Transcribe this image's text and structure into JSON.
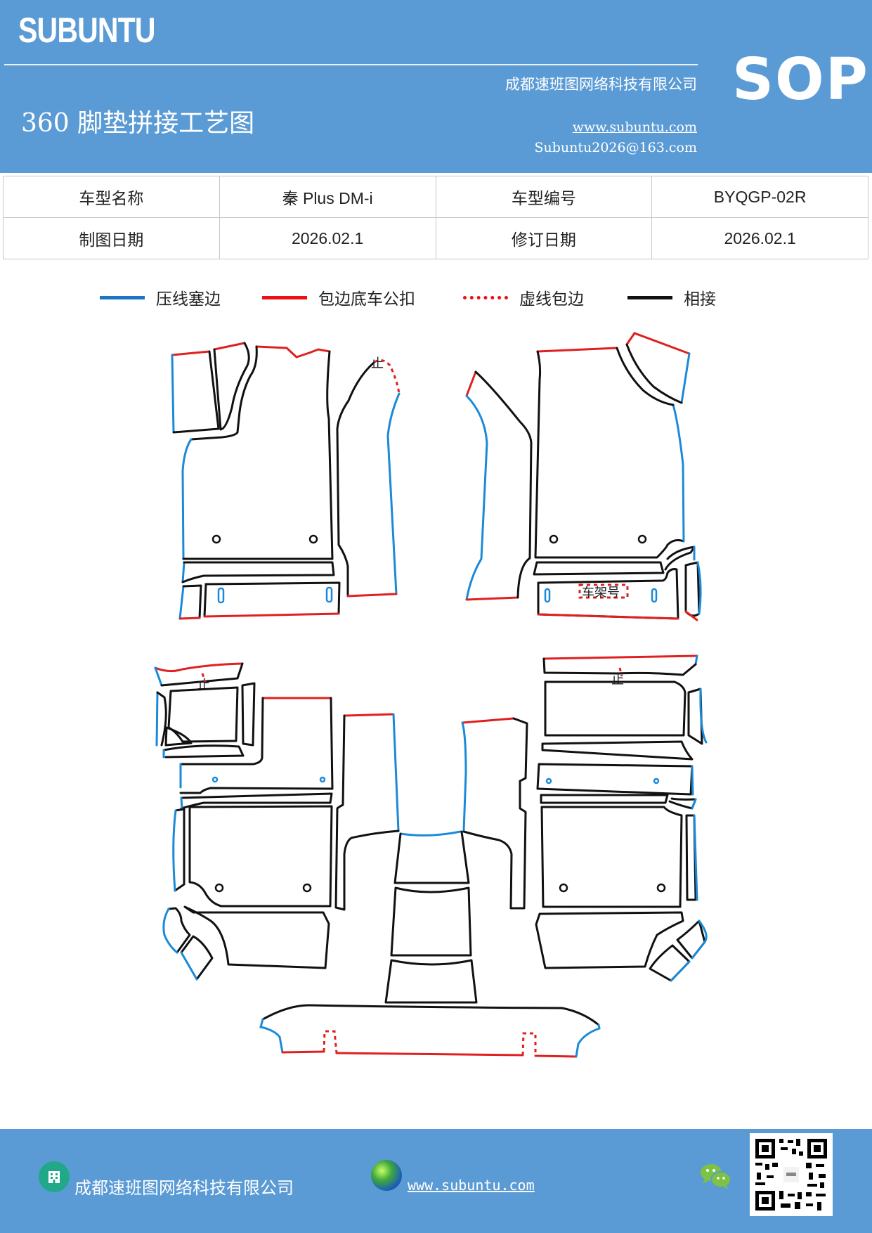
{
  "header": {
    "brand": "SUBUNTU",
    "badge": "SOP",
    "title": "360 脚垫拼接工艺图",
    "company": "成都速班图网络科技有限公司",
    "website": "www.subuntu.com",
    "email": "Subuntu2026@163.com",
    "background_color": "#5b9bd5"
  },
  "info_table": {
    "rows": [
      {
        "label1": "车型名称",
        "value1": "秦 Plus DM-i",
        "label2": "车型编号",
        "value2": "BYQGP-02R"
      },
      {
        "label1": "制图日期",
        "value1": "2026.02.1",
        "label2": "修订日期",
        "value2": "2026.02.1"
      }
    ]
  },
  "legend": {
    "items": [
      {
        "label": "压线塞边",
        "style": "solid",
        "color": "#1a75c4"
      },
      {
        "label": "包边底车公扣",
        "style": "solid",
        "color": "#ee1111"
      },
      {
        "label": "虚线包边",
        "style": "dotted",
        "color": "#ee1111"
      },
      {
        "label": "相接",
        "style": "solid",
        "color": "#111111"
      }
    ]
  },
  "diagram": {
    "annotations": {
      "stop_mark": "止",
      "vin_label": "车架号"
    },
    "groups": [
      "front-left-driver-mat",
      "front-right-passenger-mat",
      "rear-left-mat",
      "rear-right-mat",
      "center-tunnel-pieces",
      "rear-bottom-strip"
    ]
  },
  "footer": {
    "company": "成都速班图网络科技有限公司",
    "website": "www.subuntu.com",
    "icons": [
      "building-icon",
      "globe-icon",
      "wechat-icon",
      "qr-code"
    ]
  }
}
